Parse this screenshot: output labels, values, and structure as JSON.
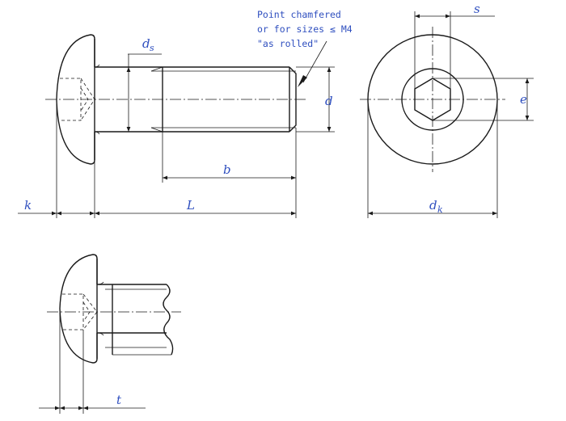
{
  "note": {
    "line1": "Point chamfered",
    "line2": "or for sizes ≤ M4",
    "line3": "\"as rolled\""
  },
  "labels": {
    "ds_main": "d",
    "ds_sub": "s",
    "d": "d",
    "b": "b",
    "k": "k",
    "L": "L",
    "s": "s",
    "e": "e",
    "dk_main": "d",
    "dk_sub": "k",
    "t": "t"
  }
}
